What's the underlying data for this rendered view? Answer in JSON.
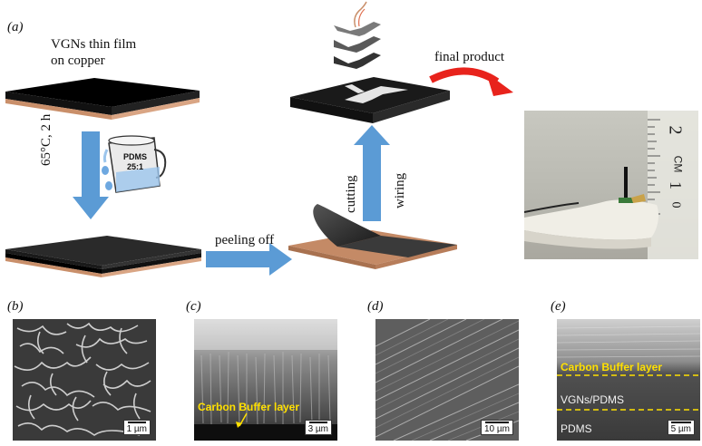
{
  "panels": {
    "a": "(a)",
    "b": "(b)",
    "c": "(c)",
    "d": "(d)",
    "e": "(e)"
  },
  "schematic": {
    "vgn_label_line1": "VGNs thin film",
    "vgn_label_line2": "on copper",
    "curing": "65°C, 2 h",
    "pdms_line1": "PDMS",
    "pdms_line2": "25:1",
    "peeling": "peeling off",
    "cutting": "cutting",
    "wiring": "wiring",
    "final": "final product"
  },
  "photo": {
    "ruler_big": "2",
    "ruler_mid": "1",
    "ruler_zero": "0",
    "ruler_cm": "CM"
  },
  "sem": {
    "b_scale": "1 µm",
    "c_scale": "3 µm",
    "c_annotation": "Carbon Buffer layer",
    "d_scale": "10 µm",
    "e_scale": "5 µm",
    "e_layer1": "Carbon Buffer layer",
    "e_layer2": "VGNs/PDMS",
    "e_layer3": "PDMS"
  },
  "colors": {
    "arrow_blue": "#5b9bd5",
    "arrow_red": "#e8231c",
    "copper": "#c98f6a",
    "film_black": "#111111",
    "annotation_yellow": "#ffe000"
  }
}
